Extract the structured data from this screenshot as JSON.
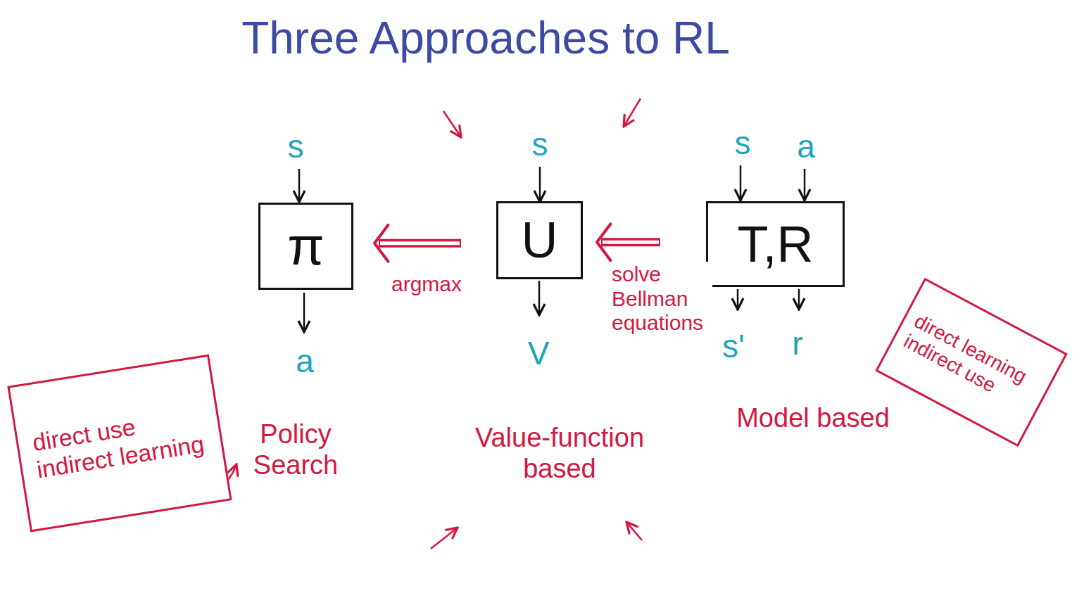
{
  "diagram": {
    "title": "Three Approaches to RL",
    "nodes": [
      {
        "text": [
          "π"
        ]
      },
      {
        "text": [
          "U"
        ]
      },
      {
        "text": [
          "T,R"
        ]
      },
      {
        "text": [
          "direct use",
          "indirect learning"
        ]
      },
      {
        "text": [
          "direct learning",
          "indirect use"
        ]
      }
    ],
    "edges": [
      {
        "from": 1,
        "to": 0,
        "arrow": "to",
        "label": "argmax"
      },
      {
        "from": 2,
        "to": 1,
        "arrow": "to",
        "label": "solve Bellman equations"
      }
    ],
    "labels": [
      "s",
      "s",
      "s",
      "a",
      "a",
      "V",
      "s'",
      "r",
      "Policy Search",
      "Value-function based",
      "Model based"
    ]
  }
}
